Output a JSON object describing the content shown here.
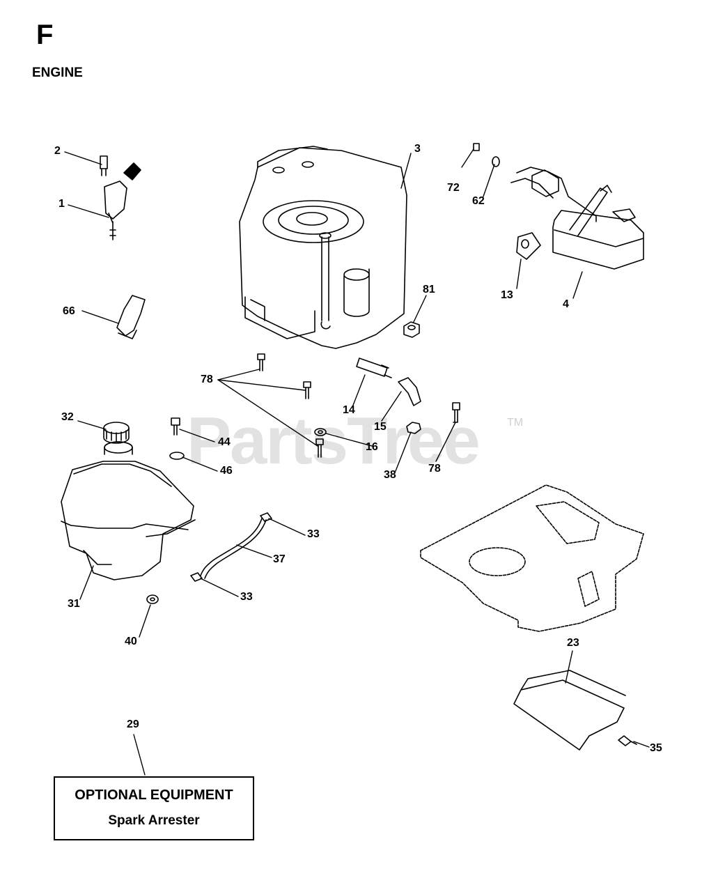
{
  "header": {
    "letter": "F",
    "title": "ENGINE"
  },
  "watermark": {
    "text": "PartsTree",
    "tm": "TM"
  },
  "callouts": {
    "c1": "1",
    "c2": "2",
    "c3": "3",
    "c4": "4",
    "c13": "13",
    "c14": "14",
    "c15": "15",
    "c16": "16",
    "c23": "23",
    "c29": "29",
    "c31": "31",
    "c32": "32",
    "c33a": "33",
    "c33b": "33",
    "c35": "35",
    "c37": "37",
    "c38": "38",
    "c40": "40",
    "c44": "44",
    "c46": "46",
    "c62": "62",
    "c66": "66",
    "c72": "72",
    "c78a": "78",
    "c78b": "78",
    "c81": "81"
  },
  "optional": {
    "title": "OPTIONAL EQUIPMENT",
    "item": "Spark Arrester"
  }
}
